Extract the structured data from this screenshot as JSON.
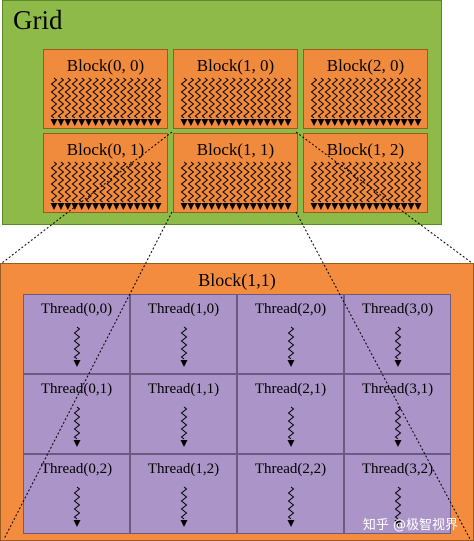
{
  "grid": {
    "title": "Grid",
    "blocks": [
      {
        "label": "Block(0, 0)"
      },
      {
        "label": "Block(1, 0)"
      },
      {
        "label": "Block(2, 0)"
      },
      {
        "label": "Block(0, 1)"
      },
      {
        "label": "Block(1, 1)"
      },
      {
        "label": "Block(1, 2)"
      }
    ]
  },
  "block_detail": {
    "title": "Block(1,1)",
    "threads": [
      {
        "label": "Thread(0,0)"
      },
      {
        "label": "Thread(1,0)"
      },
      {
        "label": "Thread(2,0)"
      },
      {
        "label": "Thread(3,0)"
      },
      {
        "label": "Thread(0,1)"
      },
      {
        "label": "Thread(1,1)"
      },
      {
        "label": "Thread(2,1)"
      },
      {
        "label": "Thread(3,1)"
      },
      {
        "label": "Thread(0,2)"
      },
      {
        "label": "Thread(1,2)"
      },
      {
        "label": "Thread(2,2)"
      },
      {
        "label": "Thread(3,2)"
      }
    ]
  },
  "watermark": "知乎 @极智视界",
  "colors": {
    "grid_bg": "#8dba48",
    "block_bg": "#f08a3c",
    "detail_bg": "#f48c40",
    "thread_bg": "#ab94c7"
  }
}
